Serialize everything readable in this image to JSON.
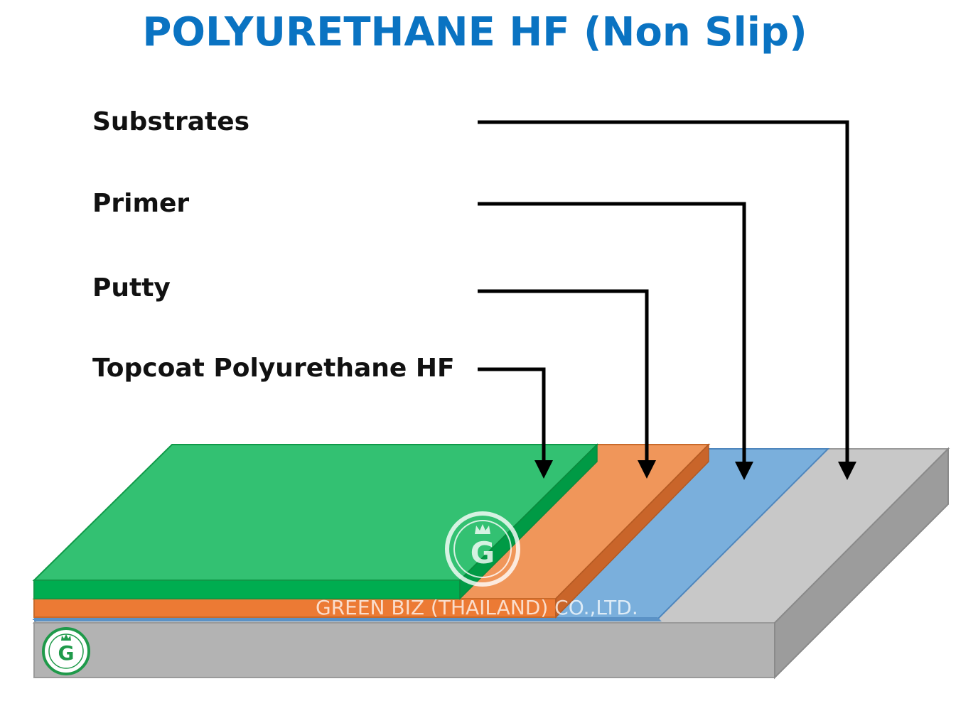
{
  "title": "POLYURETHANE HF (Non Slip)",
  "labels": {
    "substrates": "Substrates",
    "primer": "Primer",
    "putty": "Putty",
    "topcoat": "Topcoat Polyurethane HF"
  },
  "watermark": {
    "company": "GREEN BIZ (THAILAND) CO.,LTD.",
    "logo_letter": "G"
  },
  "colors": {
    "title": "#0a73c2",
    "topcoat": "#33c172",
    "topcoat_side": "#00a84f",
    "putty": "#f0965a",
    "putty_side": "#ec7a34",
    "primer": "#7aafdc",
    "primer_edge": "#4e86bd",
    "substrate": "#c8c8c8",
    "substrate_side": "#9c9c9c",
    "arrow": "#000000"
  }
}
